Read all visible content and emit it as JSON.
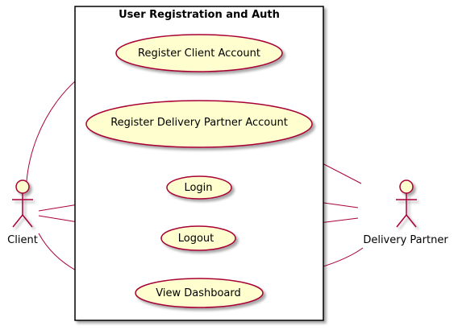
{
  "diagram": {
    "type": "uml-use-case",
    "boundary": {
      "title": "User Registration and Auth"
    },
    "actors": [
      {
        "id": "client",
        "name": "Client"
      },
      {
        "id": "delivery_partner",
        "name": "Delivery Partner"
      }
    ],
    "use_cases": [
      {
        "id": "register_client",
        "label": "Register Client Account"
      },
      {
        "id": "register_partner",
        "label": "Register Delivery Partner Account"
      },
      {
        "id": "login",
        "label": "Login"
      },
      {
        "id": "logout",
        "label": "Logout"
      },
      {
        "id": "view_dashboard",
        "label": "View Dashboard"
      }
    ],
    "associations": [
      {
        "actor": "client",
        "use_case": "register_client"
      },
      {
        "actor": "client",
        "use_case": "login"
      },
      {
        "actor": "client",
        "use_case": "logout"
      },
      {
        "actor": "client",
        "use_case": "view_dashboard"
      },
      {
        "actor": "delivery_partner",
        "use_case": "register_partner"
      },
      {
        "actor": "delivery_partner",
        "use_case": "login"
      },
      {
        "actor": "delivery_partner",
        "use_case": "logout"
      },
      {
        "actor": "delivery_partner",
        "use_case": "view_dashboard"
      }
    ],
    "colors": {
      "usecase_fill": "#FEFECE",
      "line": "#A80036",
      "boundary_border": "#000000",
      "shadow": "#C8C8C8"
    }
  }
}
